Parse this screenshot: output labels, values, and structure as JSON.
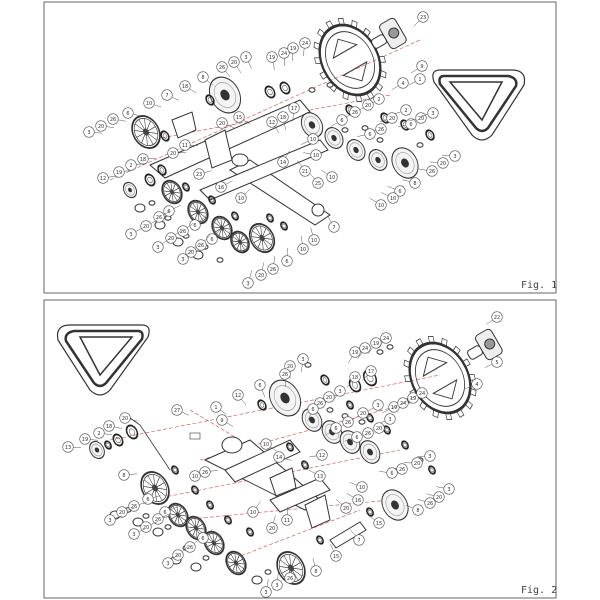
{
  "figures": [
    {
      "label": "Fig. 1",
      "callouts": [
        "23",
        "9",
        "1",
        "4",
        "19",
        "24",
        "19",
        "24",
        "3",
        "20",
        "26",
        "8",
        "18",
        "7",
        "10",
        "6",
        "26",
        "20",
        "3",
        "17",
        "18",
        "15",
        "2",
        "20",
        "26",
        "6",
        "12",
        "20",
        "10",
        "2",
        "20",
        "26",
        "6",
        "6",
        "20",
        "3",
        "3",
        "20",
        "26",
        "8",
        "6",
        "10",
        "10",
        "10",
        "10",
        "11",
        "20",
        "14",
        "21",
        "23",
        "25",
        "18",
        "2",
        "19",
        "12",
        "16",
        "10",
        "7",
        "6",
        "26",
        "20",
        "3",
        "6",
        "26",
        "20",
        "3",
        "6",
        "26",
        "20",
        "3",
        "10",
        "10",
        "6",
        "26",
        "20",
        "3"
      ]
    },
    {
      "label": "Fig. 2",
      "callouts": [
        "22",
        "5",
        "4",
        "19",
        "24",
        "19",
        "24",
        "17",
        "18",
        "19",
        "24",
        "19",
        "24",
        "3",
        "20",
        "26",
        "6",
        "12",
        "9",
        "1",
        "27",
        "20",
        "18",
        "2",
        "19",
        "13",
        "3",
        "20",
        "26",
        "6",
        "3",
        "20",
        "26",
        "6",
        "3",
        "20",
        "26",
        "6",
        "10",
        "12",
        "14",
        "3",
        "20",
        "26",
        "6",
        "8",
        "10",
        "26",
        "13",
        "10",
        "3",
        "20",
        "26",
        "8",
        "6",
        "26",
        "20",
        "3",
        "10",
        "16",
        "20",
        "6",
        "26",
        "20",
        "3",
        "11",
        "15",
        "20",
        "7",
        "6",
        "26",
        "20",
        "3",
        "15",
        "8",
        "26",
        "3",
        "3"
      ]
    }
  ],
  "colors": {
    "line": "#333333",
    "frame": "#666666",
    "hidden_line": "#c0504d"
  }
}
